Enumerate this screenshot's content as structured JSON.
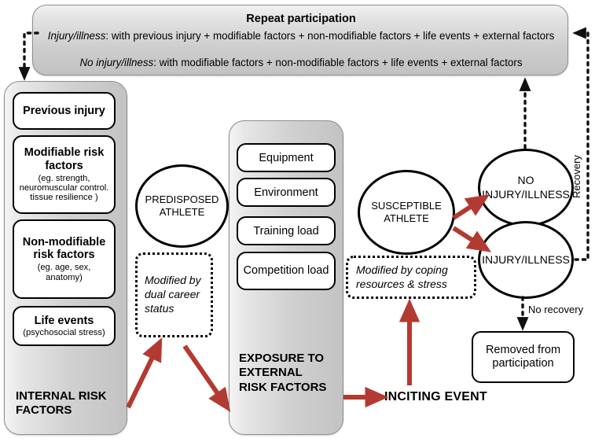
{
  "figure": {
    "title": "Repeat participation"
  },
  "header": {
    "title": "Repeat participation",
    "line1_label": "Injury/illness",
    "line1_text": ": with previous injury + modifiable factors + non-modifiable factors + life events + external factors",
    "line2_label": "No injury/illness",
    "line2_text": ": with modifiable factors + non-modifiable factors + life events + external factors"
  },
  "internal_panel": {
    "label": "INTERNAL RISK FACTORS",
    "boxes": [
      {
        "title": "Previous injury",
        "sub": ""
      },
      {
        "title": "Modifiable risk factors",
        "sub": "(eg. strength, neuromuscular control. tissue resilience )"
      },
      {
        "title": "Non-modifiable risk factors",
        "sub": "(eg. age, sex, anatomy)"
      },
      {
        "title": "Life events",
        "sub": "(psychosocial stress)"
      }
    ]
  },
  "exposure_panel": {
    "label": "EXPOSURE TO EXTERNAL RISK FACTORS",
    "boxes": [
      {
        "title": "Equipment"
      },
      {
        "title": "Environment"
      },
      {
        "title": "Training load"
      },
      {
        "title": "Competition load"
      }
    ]
  },
  "nodes": {
    "predisposed_athlete": "PREDISPOSED ATHLETE",
    "susceptible_athlete": "SUSCEPTIBLE ATHLETE",
    "no_injury": "NO INJURY/ILLNESS",
    "injury": "INJURY/ILLNESS",
    "removed": "Removed from participation"
  },
  "modifiers": {
    "dual_career": "Modified by dual career status",
    "coping": "Modified by coping resources & stress"
  },
  "labels": {
    "inciting_event": "INCITING EVENT",
    "recovery": "Recovery",
    "no_recovery": "No recovery"
  },
  "colors": {
    "arrow_red": "#b33a32",
    "arrow_black": "#000000",
    "panel_gray_light": "#f2f2f2",
    "panel_gray_dark": "#c2c2c2",
    "box_border": "#000000",
    "background": "#ffffff"
  }
}
